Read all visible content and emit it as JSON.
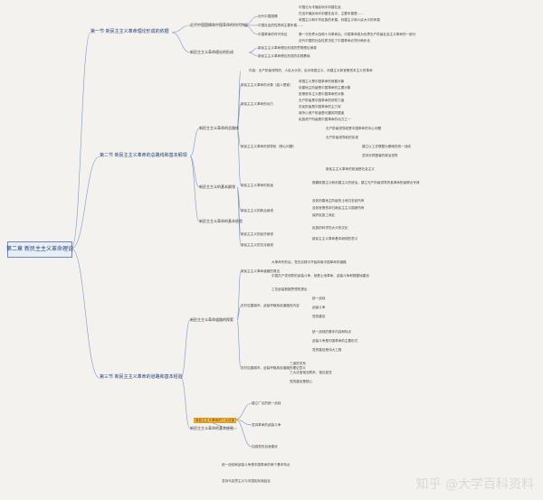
{
  "root": "第二章 新民主主义革命理论",
  "sections": [
    "第一节 新民主主义革命理论形成的依据",
    "第二节 新民主主义革命的总路线和基本纲领",
    "第三节 新民主主义革命的道路和基本经验"
  ],
  "s1": {
    "b1": "近代中国国情和中国革命的时代特征",
    "b2": "新民主主义革命理论的形成",
    "items1": [
      "近代中国国情",
      "中国社会的性质和主要矛盾……",
      "中国革命的时代特征"
    ],
    "items2": [
      "新民主主义革命理论形成的思想理论渊源",
      "新民主主义革命理论形成的实践基础"
    ],
    "leaves": [
      "中国沦为半殖民地半封建社会",
      "在这半殖民地半封建社会中，主要矛盾是……",
      "帝国主义和中华民族的矛盾，封建主义和人民大众的矛盾",
      "第一次世界大战和十月革命后，中国革命成为世界无产阶级社会主义革命的一部分",
      "近代中国的社会性质决定了中国革命必须分两步走"
    ]
  },
  "s2": {
    "b1": "新民主主义革命的总路线",
    "b2": "新民主主义的基本纲领",
    "b3": "新民主主义革命的基本经验",
    "items": [
      "新民主主义革命的对象（敌人是谁）",
      "新民主主义革命的动力",
      "新民主主义革命的领导权（核心问题）",
      "新民主主义革命的前途",
      "新民主主义的政治纲领",
      "新民主主义的经济纲领",
      "新民主主义的文化纲领"
    ],
    "leaves": [
      "内容：无产阶级领导的，人民大众的，反对帝国主义、封建主义和官僚资本主义的革命",
      "帝国主义是中国革命的首要对象",
      "封建地主阶级是中国革命的主要对象",
      "官僚资本主义是中国革命的对象",
      "无产阶级是中国革命的领导力量",
      "农民阶级是中国革命的主力军",
      "城市小资产阶级是可靠的同盟者",
      "民族资产阶级是中国革命的动力之一",
      "无产阶级领导权是中国革命的中心问题",
      "无产阶级领导权的实现",
      "建立以工农联盟为基础的统一战线",
      "坚持对同盟者的政治领导",
      "新民主主义革命的前途是社会主义",
      "推翻帝国主义和封建主义的统治，建立无产阶级领导的各革命阶级联合专政",
      "没收封建地主阶级的土地归农民所有",
      "没收官僚资本归新民主主义国家所有",
      "保护民族工商业",
      "民族的科学的大众的文化",
      "新民主主义革命基本纲领的意义"
    ]
  },
  "s3": {
    "b1": "新民主主义革命道路的探索",
    "b2": "新民主主义革命的基本经验",
    "items": [
      "新民主主义革命道路的提出",
      "农村包围城市、武装夺取政权道路的内容",
      "农村包围城市、武装夺取政权道路的理论意义",
      "新民主主义革命的三大法宝",
      "建立广泛的统一战线",
      "坚持革命的武装斗争",
      "加强党的自身建设"
    ],
    "highlight": "新民主主义革命的三大法宝",
    "leaves": [
      "大革命失败后，党在实践中开始探索中国革命的道路",
      "中国共产党领导的武装斗争，就是土地革命、武装斗争和根据地建设",
      "工农武装割据思想的提出",
      "统一战线",
      "武装斗争",
      "党的建设",
      "统一战线的基本内容和特点",
      "武装斗争是中国革命的主要形式",
      "党的建设是伟大工程",
      "三者的关系",
      "三大法宝相互联系、相互促进",
      "党的建设是核心",
      "统一战线和武装斗争是中国革命的两个基本特点",
      "坚持马克思主义与中国实际相结合"
    ]
  },
  "watermark": "知乎 @大学百科资料"
}
